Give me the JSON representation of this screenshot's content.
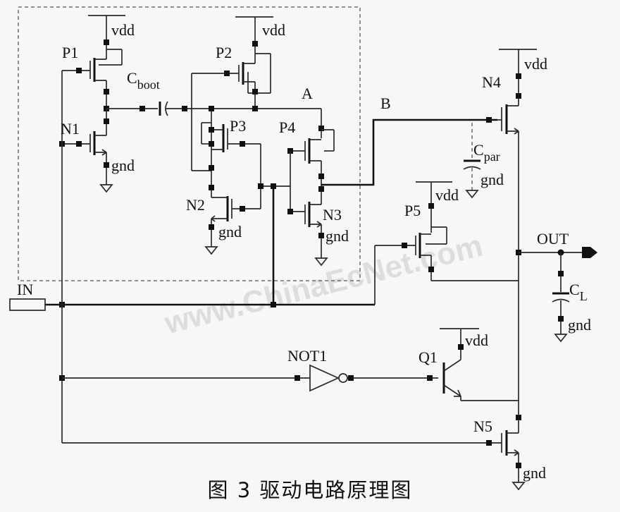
{
  "caption": "图 3 驱动电路原理图",
  "watermark": "www.ChinaEcNet.com",
  "labels": {
    "p1": "P1",
    "p2": "P2",
    "p3": "P3",
    "p4": "P4",
    "p5": "P5",
    "n1": "N1",
    "n2": "N2",
    "n3": "N3",
    "n4": "N4",
    "n5": "N5",
    "q1": "Q1",
    "not1": "NOT1",
    "node_a": "A",
    "node_b": "B",
    "input": "IN",
    "output": "OUT",
    "c_boot_main": "C",
    "c_boot_sub": "boot",
    "c_par_main": "C",
    "c_par_sub": "par",
    "c_l_main": "C",
    "c_l_sub": "L",
    "vdd": "vdd",
    "gnd": "gnd"
  },
  "colors": {
    "wire": "#2a2a2a",
    "background": "#f7f7f7",
    "watermark": "#d7d7d7"
  }
}
